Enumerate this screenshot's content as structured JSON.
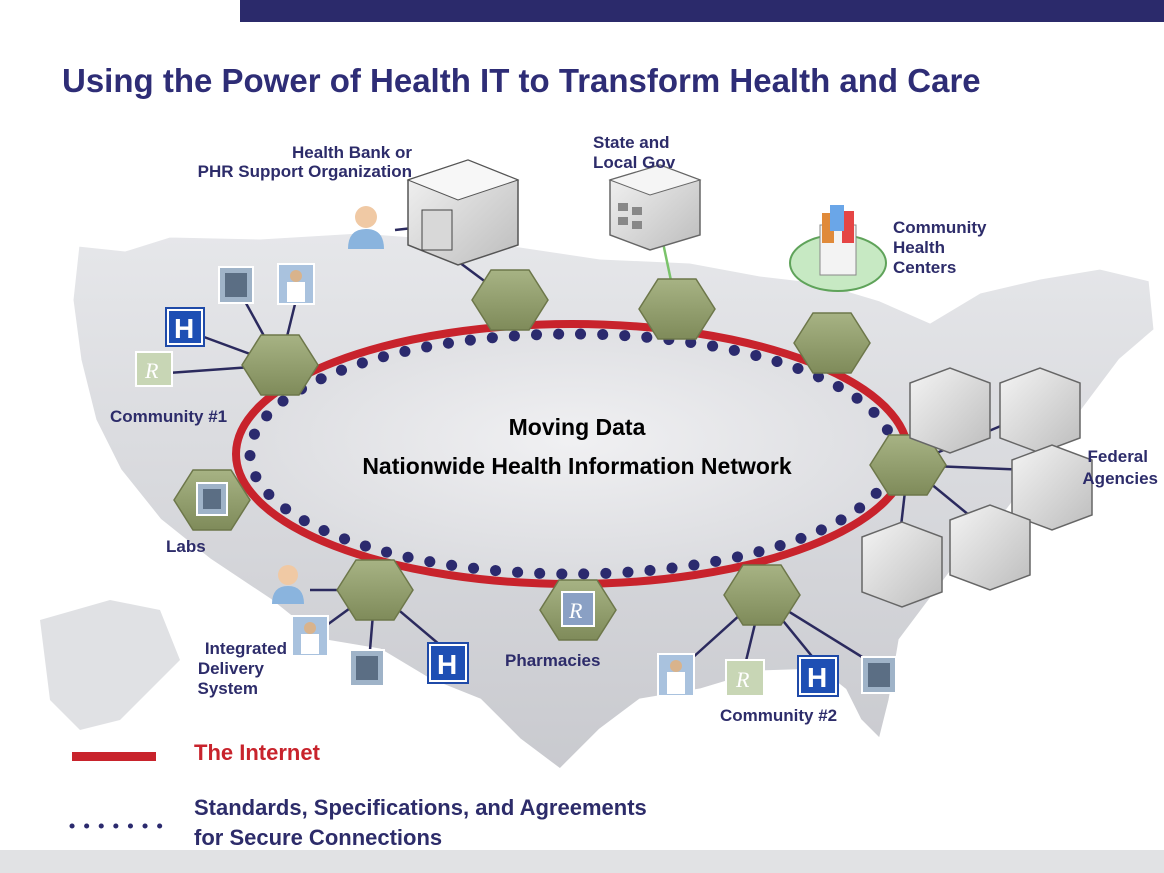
{
  "title": "Using the Power of Health IT to Transform Health and Care",
  "center": {
    "line1": "Moving Data",
    "line2": "Nationwide Health Information Network"
  },
  "nodes": {
    "health_bank_line1": "Health Bank or",
    "health_bank_line2": "PHR Support Organization",
    "state_line1": "State and",
    "state_line2": "Local Gov",
    "chc_line1": "Community",
    "chc_line2": "Health",
    "chc_line3": "Centers",
    "community1": "Community #1",
    "federal_line1": "Federal",
    "federal_line2": "Agencies",
    "labs": "Labs",
    "ids_line1": "Integrated",
    "ids_line2": "Delivery",
    "ids_line3": "System",
    "pharmacies": "Pharmacies",
    "community2": "Community #2"
  },
  "legend": {
    "internet": "The Internet",
    "standards_line1": "Standards, Specifications, and Agreements",
    "standards_line2": "for Secure Connections"
  },
  "icon_glyphs": {
    "hospital": "H",
    "rx": "R"
  },
  "colors": {
    "title": "#2e2d76",
    "ring": "#c8232c",
    "dots": "#2b2a6e",
    "hexagon": "#8d9a67",
    "banner": "#2b2a6b"
  }
}
